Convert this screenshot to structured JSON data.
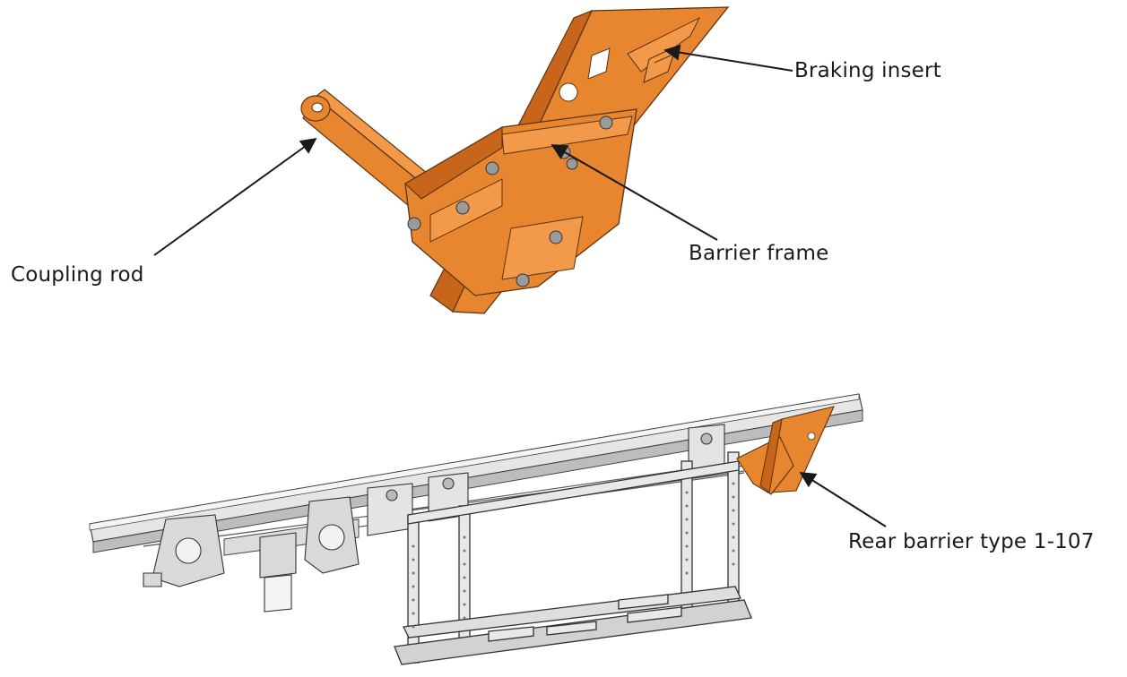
{
  "labels": {
    "braking_insert": "Braking insert",
    "barrier_frame": "Barrier frame",
    "coupling_rod": "Coupling rod",
    "rear_barrier": "Rear barrier type 1-107"
  },
  "colors": {
    "barrier_orange": "#e8852f",
    "barrier_orange_dark": "#c7651a",
    "barrier_orange_light": "#f29a4a",
    "steel_gray": "#d6d6d6",
    "steel_dark": "#8a8a8a",
    "leader_line": "#1a1a1a"
  },
  "icons": {
    "upper_part": "barrier-detail-illustration",
    "lower_part": "monorail-train-illustration"
  }
}
